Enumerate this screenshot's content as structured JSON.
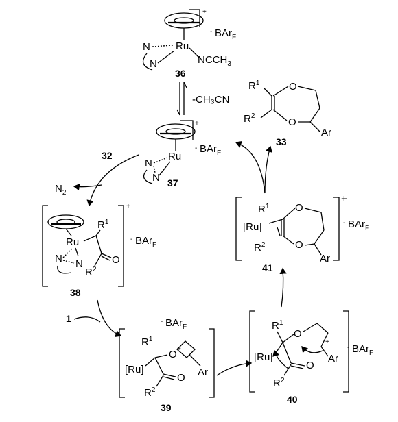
{
  "labels": {
    "counterion": "BAr",
    "counterion_sub": "F",
    "minus": "-",
    "plus": "+",
    "ru": "Ru",
    "ru_bracket": "[Ru]",
    "n": "N",
    "ncch3": "NCCH",
    "ncch3_sub": "3",
    "r": "R",
    "sup1": "1",
    "sup2": "2",
    "o": "O",
    "o_plus": "O+",
    "ar": "Ar",
    "n2": "N",
    "n2_sub": "2",
    "minus_ch3cn": "-CH₃CN"
  },
  "compounds": {
    "c36": "36",
    "c37": "37",
    "c38": "38",
    "c39": "39",
    "c40": "40",
    "c41": "41",
    "c33": "33",
    "c32": "32",
    "c1": "1"
  }
}
